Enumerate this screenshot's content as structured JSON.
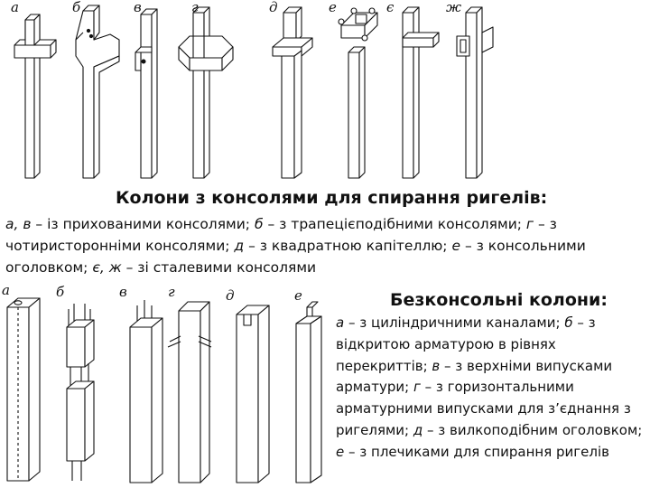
{
  "top_labels": [
    "а",
    "б",
    "в",
    "г",
    "д",
    "е",
    "є",
    "ж"
  ],
  "top_title": "Колони з консолями для спирання ригелів:",
  "top_caption": [
    {
      "t": "а, в",
      "i": true
    },
    {
      "t": " – із прихованими консолями; ",
      "i": false
    },
    {
      "t": "б",
      "i": true
    },
    {
      "t": " – з трапецієподібними консолями; ",
      "i": false
    },
    {
      "t": "г",
      "i": true
    },
    {
      "t": " – з чотиристоронніми консолями; ",
      "i": false
    },
    {
      "t": "д",
      "i": true
    },
    {
      "t": " – з квадратною капітеллю; ",
      "i": false
    },
    {
      "t": "е",
      "i": true
    },
    {
      "t": " – з консольними оголовком; ",
      "i": false
    },
    {
      "t": "є, ж",
      "i": true
    },
    {
      "t": " – зі сталевими консолями",
      "i": false
    }
  ],
  "bottom_labels": [
    "а",
    "б",
    "в",
    "г",
    "д",
    "е"
  ],
  "bottom_title": "Безконсольні колони:",
  "bottom_caption": [
    {
      "t": "а",
      "i": true
    },
    {
      "t": " – з циліндричними каналами; ",
      "i": false
    },
    {
      "t": "б",
      "i": true
    },
    {
      "t": " – з відкритою арматурою в рівнях перекриттів; ",
      "i": false
    },
    {
      "t": "в",
      "i": true
    },
    {
      "t": " – з верхніми випусками арматури; ",
      "i": false
    },
    {
      "t": "г",
      "i": true
    },
    {
      "t": " – з горизонтальними арматурними випусками для з’єднання з ригелями; ",
      "i": false
    },
    {
      "t": "д",
      "i": true
    },
    {
      "t": " – з вилкоподібним оголовком; ",
      "i": false
    },
    {
      "t": "е",
      "i": true
    },
    {
      "t": " – з плечиками для спирання ригелів",
      "i": false
    }
  ]
}
